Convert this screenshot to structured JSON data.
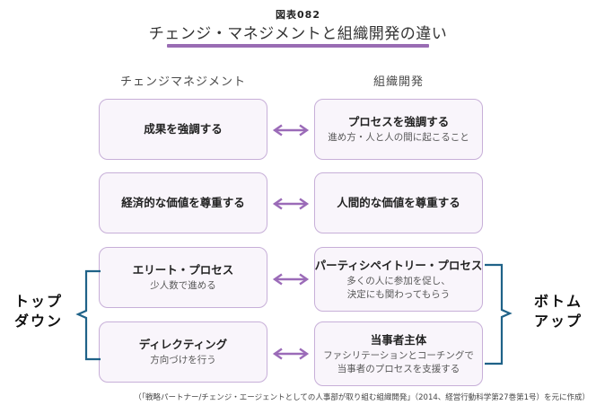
{
  "header": {
    "figure_label": "図表082",
    "title": "チェンジ・マネジメントと組織開発の違い"
  },
  "columns": {
    "left": "チェンジマネジメント",
    "right": "組織開発"
  },
  "rows": [
    {
      "left": {
        "title": "成果を強調する"
      },
      "right": {
        "title": "プロセスを強調する",
        "subtitle": "進め方・人と人の間に起こること"
      }
    },
    {
      "left": {
        "title": "経済的な価値を尊重する"
      },
      "right": {
        "title": "人間的な価値を尊重する"
      }
    },
    {
      "left": {
        "title": "エリート・プロセス",
        "subtitle": "少人数で進める"
      },
      "right": {
        "title": "パーティシペイトリー・プロセス",
        "subtitle": "多くの人に参加を促し、\n決定にも関わってもらう"
      }
    },
    {
      "left": {
        "title": "ディレクティング",
        "subtitle": "方向づけを行う"
      },
      "right": {
        "title": "当事者主体",
        "subtitle": "ファシリテーションとコーチングで\n当事者のプロセスを支援する"
      }
    }
  ],
  "side_labels": {
    "left": "トップ\nダウン",
    "right": "ボトム\nアップ"
  },
  "footer": {
    "citation": "（「戦略パートナー/チェンジ・エージェントとしての人事部が取り組む組織開発」（2014、経営行動科学第27巻第1号）を元に作成）"
  },
  "icons": {
    "arrow": "double-headed-arrow-icon",
    "bracket_left": "left-brace-icon",
    "bracket_right": "right-brace-icon"
  },
  "colors": {
    "box_fill": "#f9f5fb",
    "box_border": "#c7afd8",
    "arrow": "#9b6bb8",
    "title_underline": "#996cb3",
    "bracket": "#1f6288"
  }
}
